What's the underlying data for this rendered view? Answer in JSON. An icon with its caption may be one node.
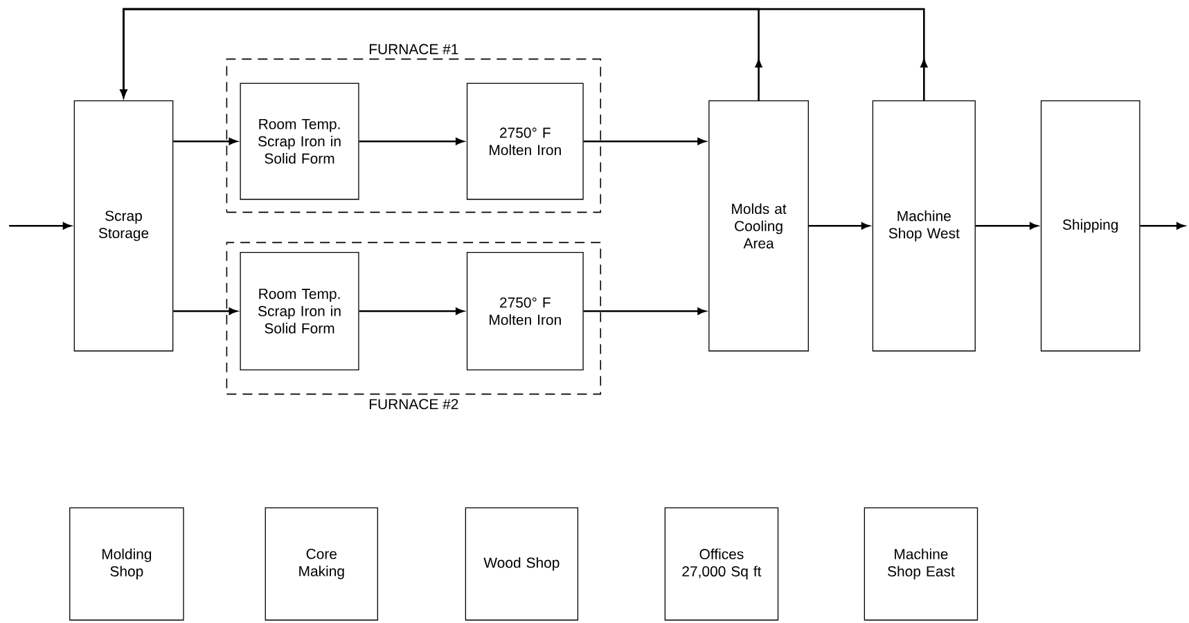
{
  "diagram": {
    "nodes": [
      {
        "text": [
          "Scrap Storage"
        ]
      },
      {
        "text": [
          "FURNACE #1"
        ]
      },
      {
        "text": [
          "Room Temp. Scrap Iron in Solid Form"
        ],
        "in": 1
      },
      {
        "text": [
          "2750° F",
          "Molten Iron"
        ],
        "in": 1
      },
      {
        "text": [
          "FURNACE #2"
        ]
      },
      {
        "text": [
          "Room Temp. Scrap Iron in Solid Form"
        ],
        "in": 4
      },
      {
        "text": [
          "2750° F",
          "Molten Iron"
        ],
        "in": 4
      },
      {
        "text": [
          "Molds at Cooling Area"
        ]
      },
      {
        "text": [
          "Machine Shop West"
        ]
      },
      {
        "text": [
          "Shipping"
        ]
      },
      {
        "text": [
          "Molding Shop"
        ]
      },
      {
        "text": [
          "Core Making"
        ]
      },
      {
        "text": [
          "Wood Shop"
        ]
      },
      {
        "text": [
          "Offices 27,000 Sq ft"
        ]
      },
      {
        "text": [
          "Machine Shop East"
        ]
      }
    ],
    "edges": [
      {
        "from": null,
        "to": 0,
        "arrow": "to"
      },
      {
        "from": 0,
        "to": 2,
        "arrow": "to"
      },
      {
        "from": 2,
        "to": 3,
        "arrow": "to"
      },
      {
        "from": 3,
        "to": 7,
        "arrow": "to"
      },
      {
        "from": 0,
        "to": 5,
        "arrow": "to"
      },
      {
        "from": 5,
        "to": 6,
        "arrow": "to"
      },
      {
        "from": 6,
        "to": 7,
        "arrow": "to"
      },
      {
        "from": 7,
        "to": 8,
        "arrow": "to"
      },
      {
        "from": 8,
        "to": 9,
        "arrow": "to"
      },
      {
        "from": 9,
        "to": null,
        "arrow": "to"
      },
      {
        "from": 7,
        "to": 0,
        "arrow": "to"
      },
      {
        "from": 8,
        "to": 0,
        "arrow": "to"
      }
    ]
  }
}
